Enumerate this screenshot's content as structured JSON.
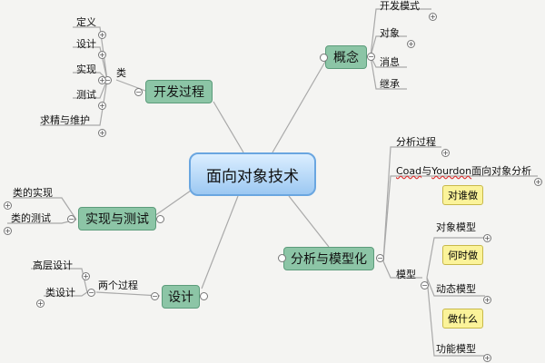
{
  "center": {
    "label": "面向对象技术"
  },
  "branches": {
    "dev": {
      "label": "开发过程",
      "sub": "类",
      "leaves": [
        "定义",
        "设计",
        "实现",
        "测试",
        "求精与维护"
      ]
    },
    "concept": {
      "label": "概念",
      "leaves": [
        "开发模式",
        "对象",
        "消息",
        "继承"
      ]
    },
    "impl": {
      "label": "实现与测试",
      "leaves": [
        "类的实现",
        "类的测试"
      ]
    },
    "design": {
      "label": "设计",
      "sub": "两个过程",
      "leaves": [
        "高层设计",
        "类设计"
      ]
    },
    "analysis": {
      "label": "分析与模型化",
      "leaves": [
        "分析过程"
      ],
      "coad": {
        "part1": "Coad",
        "part2": "与",
        "part3": "Yourdon",
        "part4": "面向对象分析"
      },
      "model": {
        "label": "模型",
        "items": [
          "对象模型",
          "动态模型",
          "功能模型"
        ]
      },
      "notes": [
        "对谁做",
        "何时做",
        "做什么"
      ]
    }
  },
  "colors": {
    "center_fill": "#9cc8f2",
    "branch_fill": "#8cc5a6",
    "note_fill": "#fbf39a",
    "line": "#a9a9a9"
  }
}
